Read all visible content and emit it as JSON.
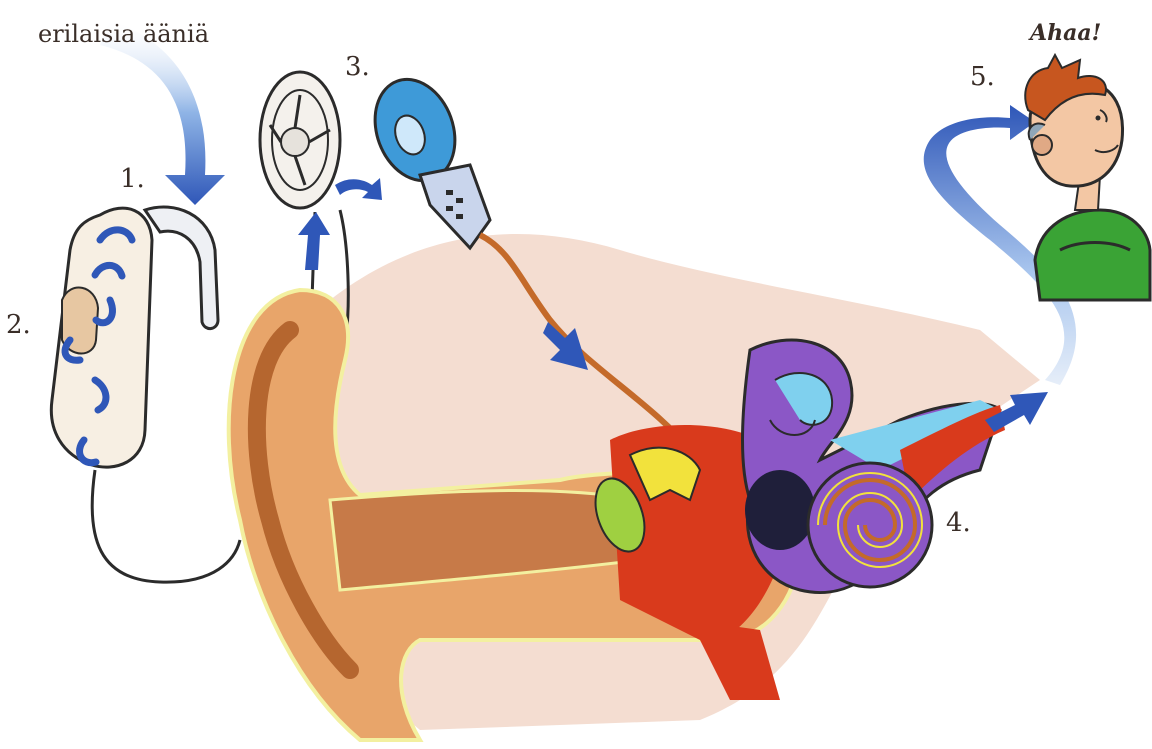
{
  "labels": {
    "intro": "erilaisia ääniä",
    "exclamation": "Ahaa!",
    "step1": "1.",
    "step2": "2.",
    "step3": "3.",
    "step4": "4.",
    "step5": "5."
  },
  "colors": {
    "arrow": "#2f57b8",
    "skin": "#e8a56a",
    "canal": "#c77a48",
    "cochlea": "#8b57c6",
    "fluid": "#7fd0ee",
    "ossicle": "#f2e23c",
    "eardrum": "#9fd041",
    "tissue": "#d93a1c",
    "cable": "#c46a2a",
    "coil": "#3e9ad8",
    "shirt": "#3aa335",
    "hair": "#c7561f"
  }
}
